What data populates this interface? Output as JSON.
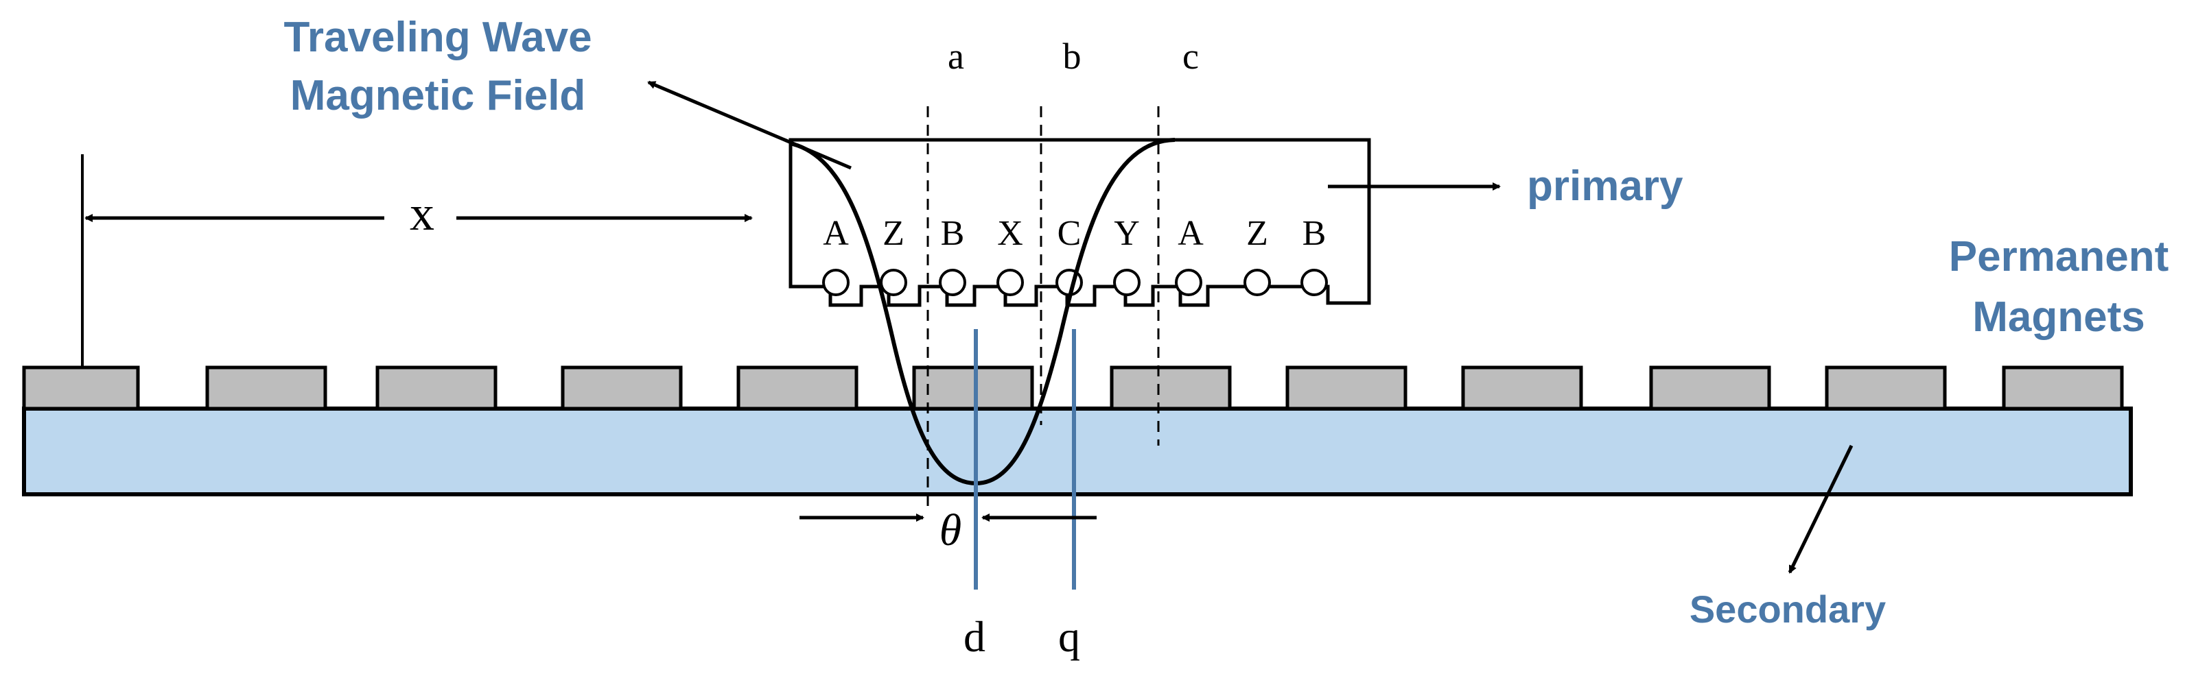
{
  "labels": {
    "traveling_wave_line1": "Traveling Wave",
    "traveling_wave_line2": "Magnetic Field",
    "primary": "primary",
    "permanent_line1": "Permanent",
    "permanent_line2": "Magnets",
    "secondary": "Secondary",
    "x": "x",
    "theta": "θ",
    "axis_a": "a",
    "axis_b": "b",
    "axis_c": "c",
    "axis_d": "d",
    "axis_q": "q"
  },
  "phases": [
    "A",
    "Z",
    "B",
    "X",
    "C",
    "Y",
    "A",
    "Z",
    "B"
  ],
  "colors": {
    "accent_text": "#4a78a8",
    "dq_line": "#4a78a8",
    "secondary_fill": "#bcd7ee",
    "magnet_fill": "#bdbdbd",
    "stroke": "#000000"
  }
}
